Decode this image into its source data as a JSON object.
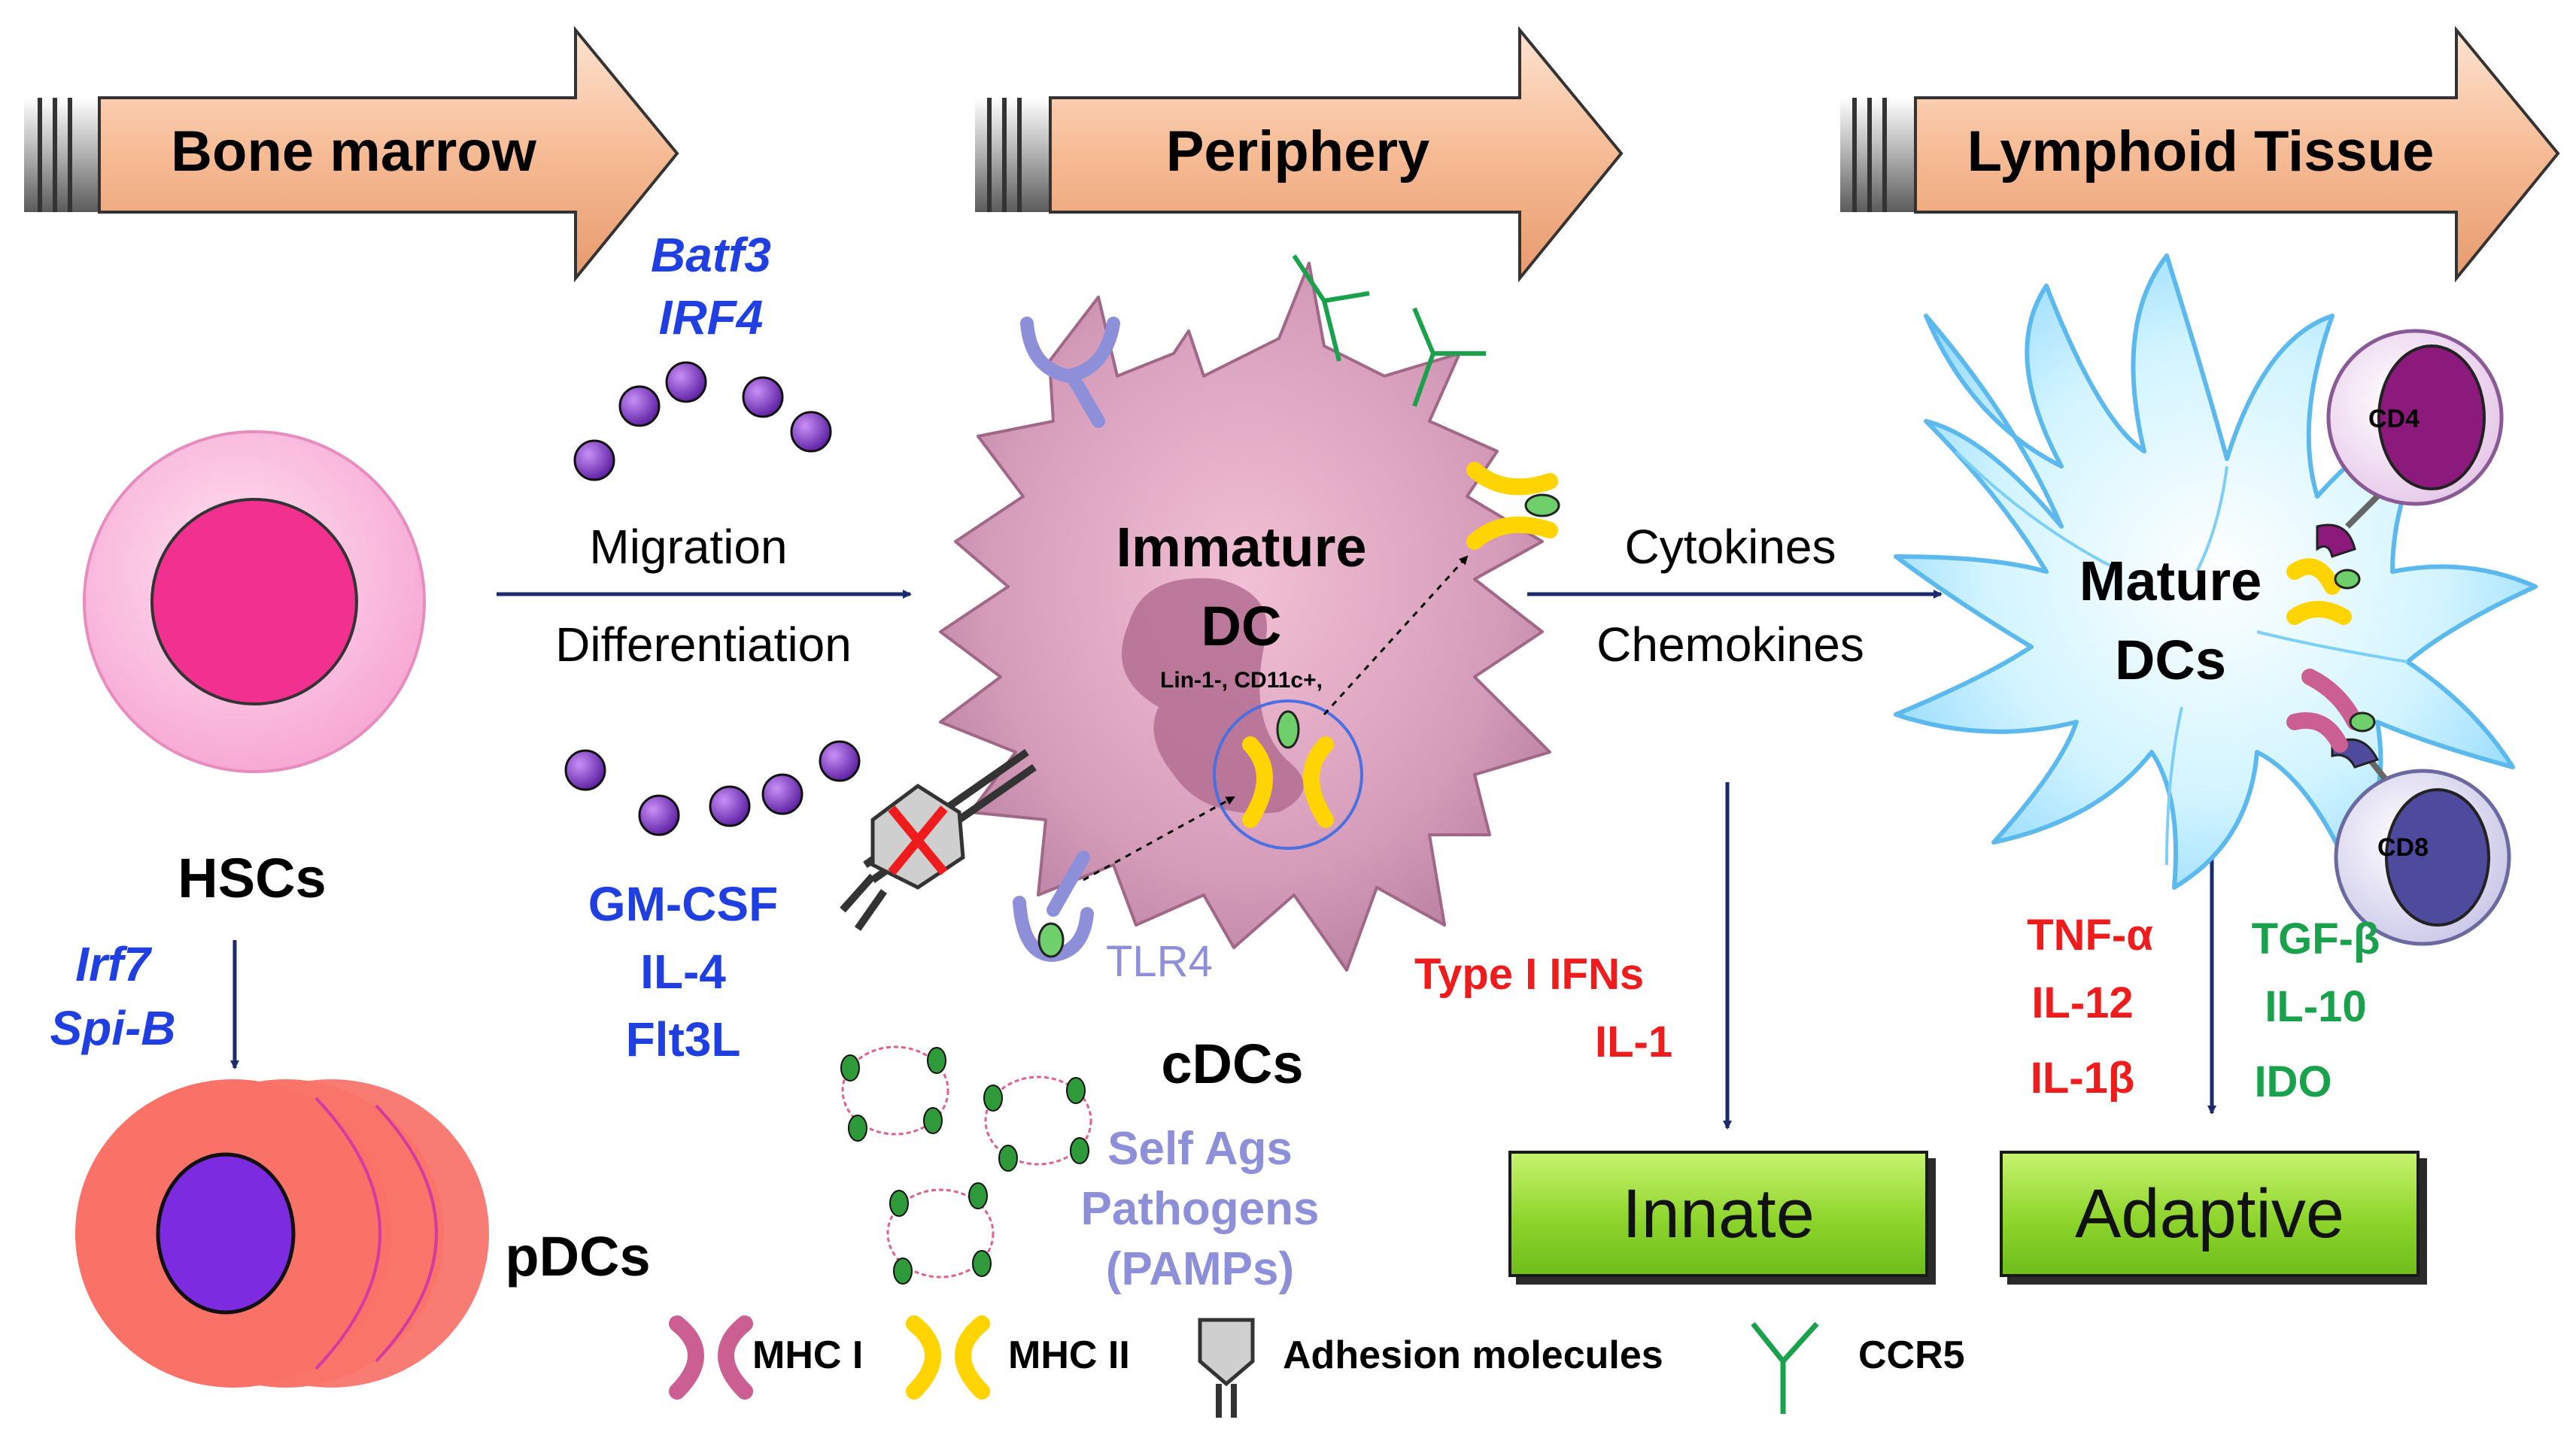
{
  "stages": [
    "Bone marrow",
    "Periphery",
    "Lymphoid Tissue"
  ],
  "bone_marrow": {
    "tf_top": [
      "Batf3",
      "IRF4"
    ],
    "hsc_label": "HSCs",
    "tf_pdc": [
      "Irf7",
      "Spi-B"
    ],
    "pdc_label": "pDCs",
    "process": [
      "Migration",
      "Differentiation"
    ],
    "growth_factors": [
      "GM-CSF",
      "IL-4",
      "Flt3L"
    ]
  },
  "periphery": {
    "immature_title": [
      "Immature",
      "DC"
    ],
    "markers": "Lin-1-, CD11c+,",
    "tlr4": "TLR4",
    "cdcs": "cDCs",
    "ags": [
      "Self Ags",
      "Pathogens",
      "(PAMPs)"
    ],
    "signals": [
      "Cytokines",
      "Chemokines"
    ],
    "innate_cytokines": [
      "Type I IFNs",
      "IL-1"
    ]
  },
  "lymphoid": {
    "mature_title": [
      "Mature",
      "DCs"
    ],
    "cd4": "CD4",
    "cd8": "CD8",
    "pro_inflammatory": [
      "TNF-α",
      "IL-12",
      "IL-1β"
    ],
    "regulatory": [
      "TGF-β",
      "IL-10",
      "IDO"
    ]
  },
  "outcomes": {
    "innate": "Innate",
    "adaptive": "Adaptive"
  },
  "legend": [
    "MHC I",
    "MHC II",
    "Adhesion molecules",
    "CCR5"
  ],
  "colors": {
    "stage_arrow": "#f9c9a8",
    "immature_dc": "#c98ba9",
    "mature_dc": "#b8ecff",
    "mhc1": "#cc5f92",
    "mhc2": "#ffd400",
    "ccr5": "#19a14b",
    "tlr4": "#8d8fd8",
    "cytokine_dot": "#7b2fc0",
    "outcome_box": "#8ed52c"
  }
}
